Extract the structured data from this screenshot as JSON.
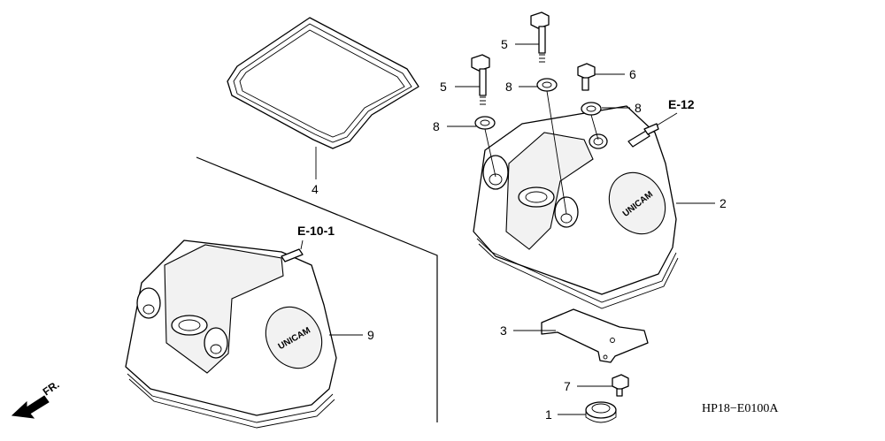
{
  "diagram": {
    "drawing_code": "HP18−E0100A",
    "front_indicator": "FR.",
    "logo_text": "UNICAM",
    "references": {
      "ref_e12": "E-12",
      "ref_e10_1": "E-10-1"
    },
    "callouts": {
      "c1": "1",
      "c2": "2",
      "c3": "3",
      "c4": "4",
      "c5a": "5",
      "c5b": "5",
      "c6": "6",
      "c7": "7",
      "c8a": "8",
      "c8b": "8",
      "c8c": "8",
      "c9": "9"
    }
  }
}
